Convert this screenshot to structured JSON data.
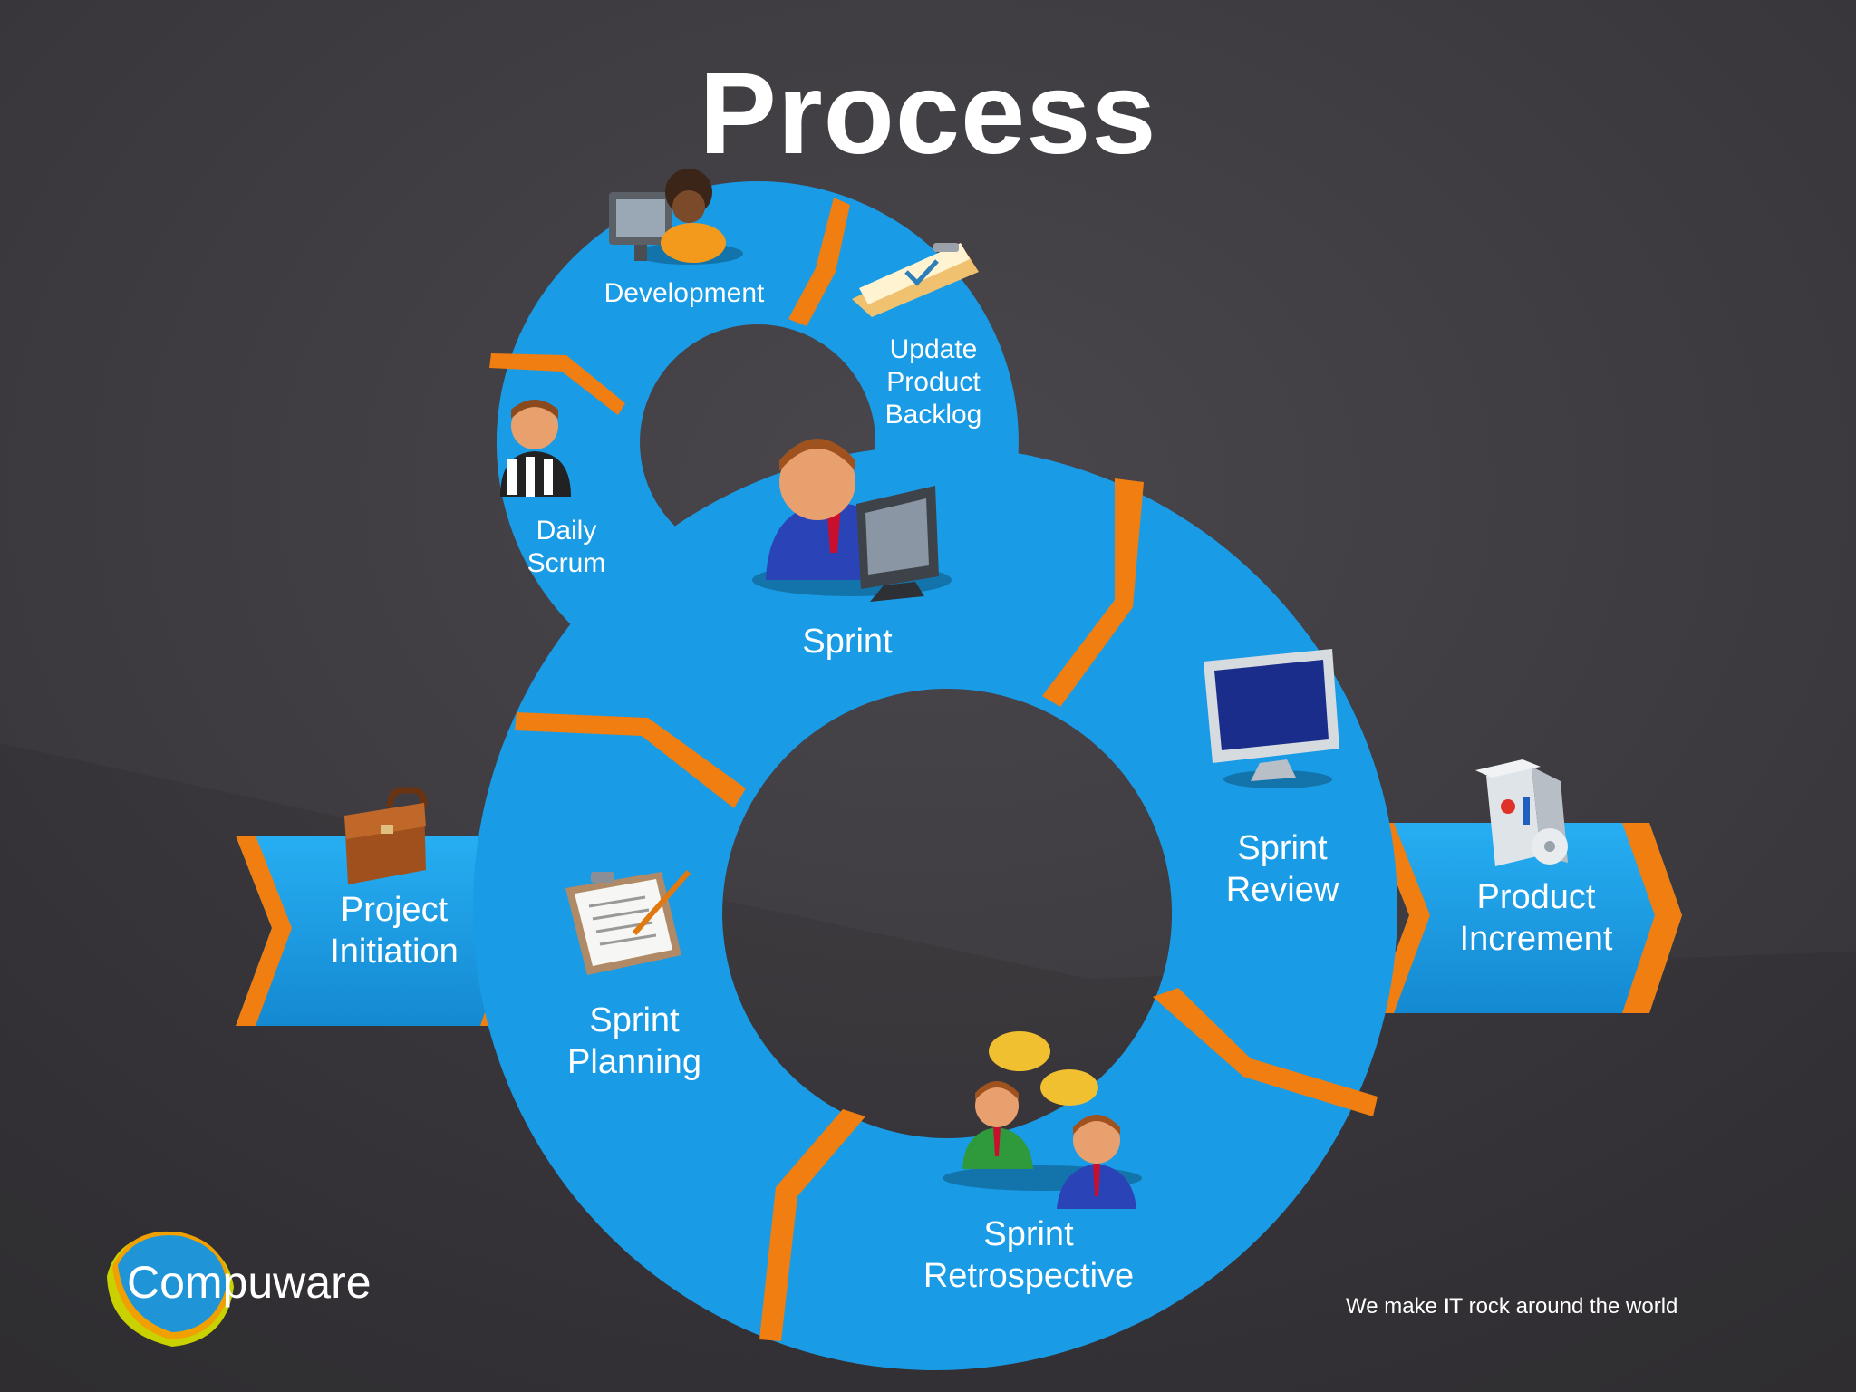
{
  "slide": {
    "title": "Process",
    "tagline_pre": "We make ",
    "tagline_strong": "IT",
    "tagline_post": " rock around the world",
    "logo_text": "Compuware"
  },
  "big_cycle": {
    "sprint": "Sprint",
    "sprint_review": [
      "Sprint",
      "Review"
    ],
    "sprint_retrospective": [
      "Sprint",
      "Retrospective"
    ],
    "sprint_planning": [
      "Sprint",
      "Planning"
    ]
  },
  "small_cycle": {
    "development": "Development",
    "update_product_backlog": [
      "Update",
      "Product",
      "Backlog"
    ],
    "daily_scrum": [
      "Daily",
      "Scrum"
    ]
  },
  "arrows": {
    "project_initiation": [
      "Project",
      "Initiation"
    ],
    "product_increment": [
      "Product",
      "Increment"
    ]
  },
  "colors": {
    "background": "#3f3d41",
    "ring_blue": "#1a9be6",
    "accent_orange": "#f07e10",
    "text": "#ffffff"
  },
  "icons": [
    "developer-at-computer-icon",
    "clipboard-checklist-icon",
    "referee-icon",
    "businessman-at-computer-icon",
    "monitor-icon",
    "briefcase-icon",
    "task-list-icon",
    "two-people-talking-icon",
    "software-box-icon",
    "compuware-logo-icon"
  ]
}
